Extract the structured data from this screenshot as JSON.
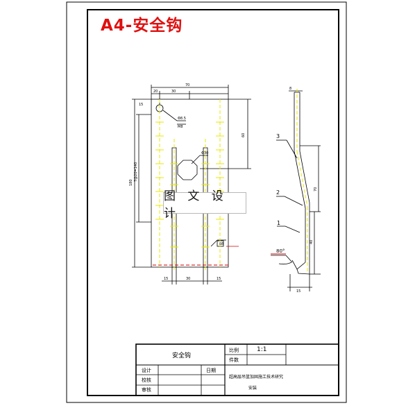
{
  "title": "A4-安全钩",
  "watermark": "图 文 设 计",
  "colors": {
    "title": "#e01010",
    "centerline": "#e8e800",
    "line": "#000000",
    "leader": "#cc0000"
  },
  "drawing": {
    "front_view_dims": {
      "top_width": "70",
      "top_left": "20",
      "top_mid": "30",
      "right_height": "60",
      "left_total": "180",
      "left_spacing": "7@20=140",
      "bottom_left": "15",
      "bottom_mid": "30",
      "bottom_right": "15",
      "small_top": "15",
      "hole_small": "Φ8.5",
      "hole_small_note": "M8",
      "hole_big": "Φ30",
      "weld_note": "δ8"
    },
    "side_view_dims": {
      "callouts": [
        "3",
        "2",
        "1"
      ],
      "height_upper": "70",
      "height_lower": "40",
      "bottom_width": "15",
      "angle": "80°",
      "top_thk": "8"
    }
  },
  "title_block": {
    "part_name": "安全钩",
    "scale_label": "比例",
    "scale_value": "1:1",
    "quantity_label": "件数",
    "designer_label": "设计",
    "checker_label": "校核",
    "reviewer_label": "审核",
    "date_label": "日期",
    "org_line1": "超高层吊篮加固施工技术研究",
    "org_line2": "安装"
  }
}
